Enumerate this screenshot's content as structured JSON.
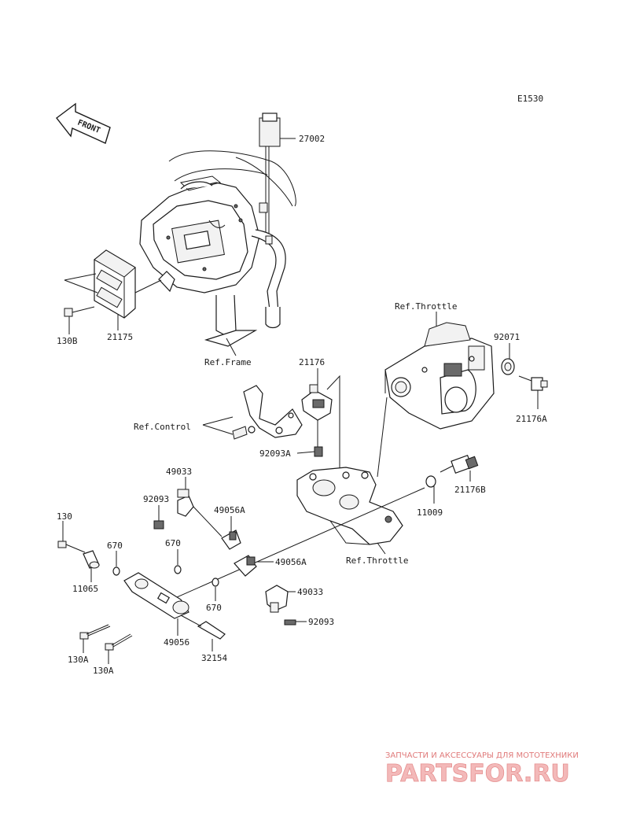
{
  "code": "E1530",
  "front_text": "FRONT",
  "labels": {
    "p27002": "27002",
    "p21175": "21175",
    "p130B": "130B",
    "ref_frame": "Ref.Frame",
    "p21176": "21176",
    "ref_throttle_top": "Ref.Throttle",
    "p92071": "92071",
    "p21176A": "21176A",
    "ref_control": "Ref.Control",
    "p92093A": "92093A",
    "p49033_top": "49033",
    "p92093_top": "92093",
    "p49056A_top": "49056A",
    "p130": "130",
    "p670_a": "670",
    "p670_b": "670",
    "p11065": "11065",
    "p49056A_mid": "49056A",
    "p21176B": "21176B",
    "p11009": "11009",
    "ref_throttle_bottom": "Ref.Throttle",
    "p49033_mid": "49033",
    "p670_c": "670",
    "p92093_bottom": "92093",
    "p49056": "49056",
    "p130A_a": "130A",
    "p130A_b": "130A",
    "p32154": "32154"
  },
  "watermark": {
    "tagline": "ЗАПЧАСТИ И АКСЕССУАРЫ ДЛЯ МОТОТЕХНИКИ",
    "brand": "PARTSFOR.RU"
  },
  "colors": {
    "line": "#1a1a1a",
    "watermark": "#e58f8f"
  }
}
